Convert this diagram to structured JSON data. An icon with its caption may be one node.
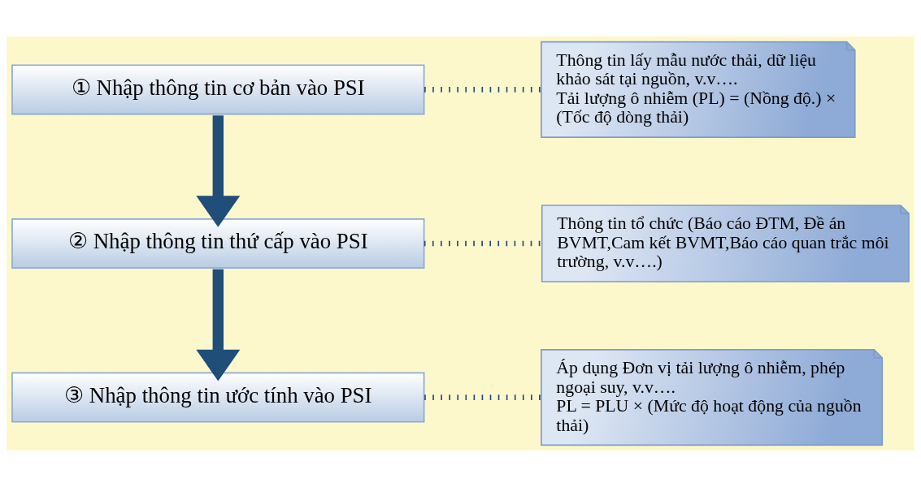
{
  "diagram": {
    "nodes": [
      {
        "text": [
          "① Nhập thông tin cơ bản vào PSI"
        ]
      },
      {
        "text": [
          "Thông tin lấy mẫu nước thải, dữ liệu khảo sát tại nguồn, v.v….",
          "Tải lượng ô nhiễm (PL) = (Nồng độ.) × (Tốc độ dòng thải)"
        ]
      },
      {
        "text": [
          "② Nhập thông tin thứ cấp vào PSI"
        ]
      },
      {
        "text": [
          "Thông tin tổ chức (Báo cáo ĐTM, Đề án BVMT,Cam kết BVMT,Báo cáo quan trắc môi trường, v.v….)"
        ]
      },
      {
        "text": [
          "③ Nhập thông tin ước tính vào PSI"
        ]
      },
      {
        "text": [
          "Áp dụng Đơn vị tải lượng ô nhiễm, phép ngoại suy, v.v….",
          "PL = PLU × (Mức độ hoạt động của nguồn thải)"
        ]
      }
    ],
    "edges": [
      {
        "from": 0,
        "to": 1,
        "arrow": "none",
        "style": "dashed"
      },
      {
        "from": 0,
        "to": 2,
        "arrow": "to",
        "style": "thick"
      },
      {
        "from": 2,
        "to": 3,
        "arrow": "none",
        "style": "dashed"
      },
      {
        "from": 2,
        "to": 4,
        "arrow": "to",
        "style": "thick"
      },
      {
        "from": 4,
        "to": 5,
        "arrow": "none",
        "style": "dashed"
      }
    ]
  }
}
